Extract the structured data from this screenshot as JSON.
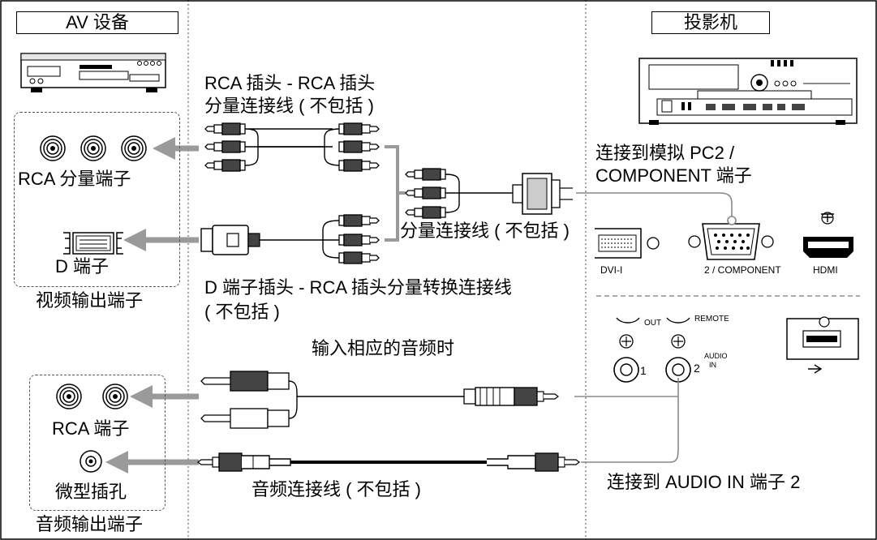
{
  "headers": {
    "av_device": "AV 设备",
    "projector": "投影机"
  },
  "labels": {
    "rca_to_rca_line1": "RCA 插头 - RCA 插头",
    "rca_to_rca_line2": "分量连接线 ( 不包括 )",
    "connect_pc2_line1": "连接到模拟 PC2 /",
    "connect_pc2_line2": "COMPONENT 端子",
    "rca_component_terminal": "RCA 分量端子",
    "component_cable": "分量连接线 ( 不包括 )",
    "d_terminal": "D 端子",
    "d_to_rca_line1": "D 端子插头 - RCA 插头分量转换连接线",
    "d_to_rca_line2": "( 不包括 )",
    "video_output_terminal": "视频输出端子",
    "audio_input_hint": "输入相应的音频时",
    "rca_terminal": "RCA 端子",
    "mini_jack": "微型插孔",
    "audio_output_terminal": "音频输出端子",
    "audio_cable": "音频连接线 ( 不包括 )",
    "connect_audio_in": "连接到 AUDIO IN 端子 2"
  },
  "panel_labels": {
    "dvi": "DVI-I",
    "component": "2 / COMPONENT",
    "hdmi": "HDMI",
    "out": "OUT",
    "remote": "REMOTE",
    "audio": "AUDIO",
    "in": "IN",
    "port_1": "1",
    "port_2": "2"
  },
  "colors": {
    "line": "#000000",
    "arrow": "#9a9a9a",
    "dashed": "#666666"
  }
}
